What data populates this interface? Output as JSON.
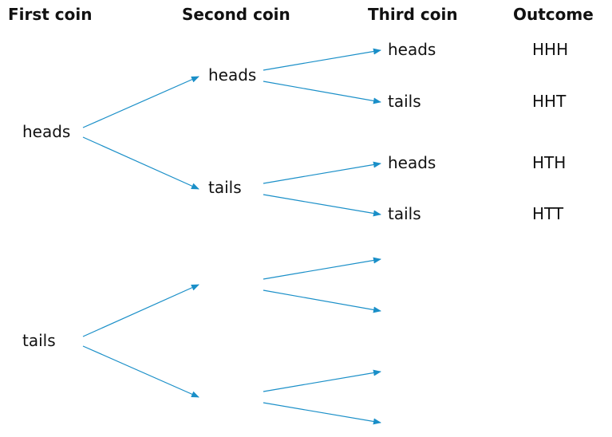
{
  "headers": {
    "first": "First coin",
    "second": "Second coin",
    "third": "Third coin",
    "outcome": "Outcome"
  },
  "first_level": [
    "heads",
    "tails"
  ],
  "second_level": [
    "heads",
    "tails",
    "",
    ""
  ],
  "third_level": [
    "heads",
    "tails",
    "heads",
    "tails",
    "",
    "",
    "",
    ""
  ],
  "outcomes": [
    "HHH",
    "HHT",
    "HTH",
    "HTT"
  ],
  "colors": {
    "arrow": "#1a8fc8",
    "text": "#111111"
  }
}
